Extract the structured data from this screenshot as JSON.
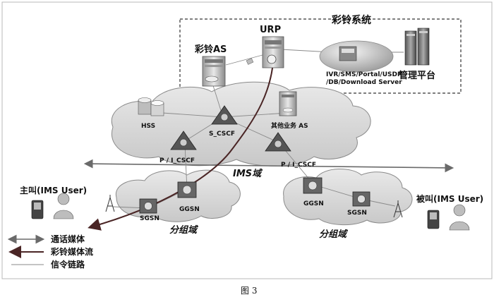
{
  "system_box": {
    "title": "彩铃系统"
  },
  "nodes": {
    "urp": "URP",
    "ringback_as": "彩铃AS",
    "server_desc_line1": "IVR/SMS/Portal/USDP",
    "server_desc_line2": "/DB/Download Server",
    "mgmt_platform": "管理平台",
    "hss": "HSS",
    "s_cscf": "S_CSCF",
    "other_as": "其他业务  AS",
    "p_i_cscf_left": "P / I_CSCF",
    "p_i_cscf_right": "P / I_CSCF",
    "ims_domain": "IMS域",
    "ggsn_left": "GGSN",
    "sgsn_left": "SGSN",
    "ggsn_right": "GGSN",
    "sgsn_right": "SGSN",
    "packet_domain_left": "分组域",
    "packet_domain_right": "分组域",
    "caller": "主叫(IMS User)",
    "callee": "被叫(IMS User)"
  },
  "legend": {
    "call_media": "通话媒体",
    "ringback_media": "彩铃媒体流",
    "signaling": "信令链路"
  },
  "caption": "图 3",
  "colors": {
    "cloud": "#d9d9d9",
    "cloud_edge": "#8a8a8a",
    "stream": "#5a2a2a",
    "media": "#707070",
    "signal": "#9a9a9a"
  }
}
